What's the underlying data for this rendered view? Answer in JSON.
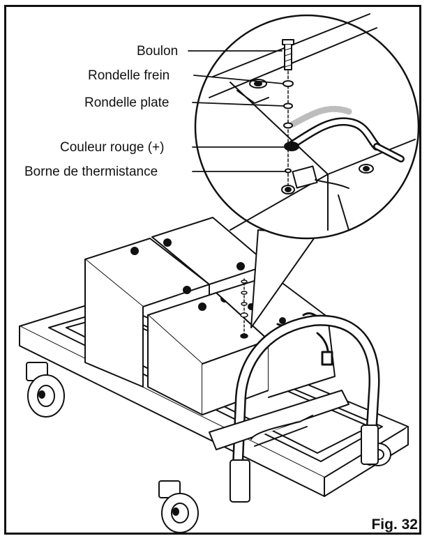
{
  "labels": {
    "bolt": "Boulon",
    "lock_washer": "Rondelle frein",
    "flat_washer": "Rondelle plate",
    "red_color": "Couleur rouge (+)",
    "thermistor_terminal": "Borne de thermistance"
  },
  "figure_caption": "Fig. 32",
  "colors": {
    "line": "#111111",
    "background": "#ffffff",
    "shade": "#bdbdbd"
  }
}
